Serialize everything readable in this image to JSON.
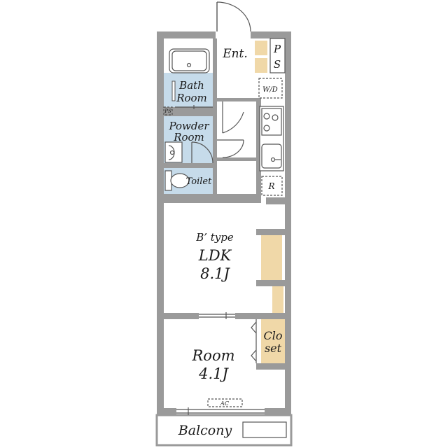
{
  "rooms": {
    "entrance": "Ent.",
    "ps_top": "P",
    "ps_bottom": "S",
    "washer": "W/D",
    "bath_line1": "Bath",
    "bath_line2": "Room",
    "ps_small": "PS",
    "powder_line1": "Powder",
    "powder_line2": "Room",
    "toilet": "Toilet",
    "fridge": "R",
    "ldk_type": "B’ type",
    "ldk_name": "LDK",
    "ldk_size": "8.1J",
    "closet_line1": "Clo",
    "closet_line2": "set",
    "room_name": "Room",
    "room_size": "4.1J",
    "ac": "AC",
    "balcony": "Balcony"
  },
  "colors": {
    "wall": "#9a9a9a",
    "wet_area": "#c6dbea",
    "wood_storage": "#f0d8a8"
  }
}
